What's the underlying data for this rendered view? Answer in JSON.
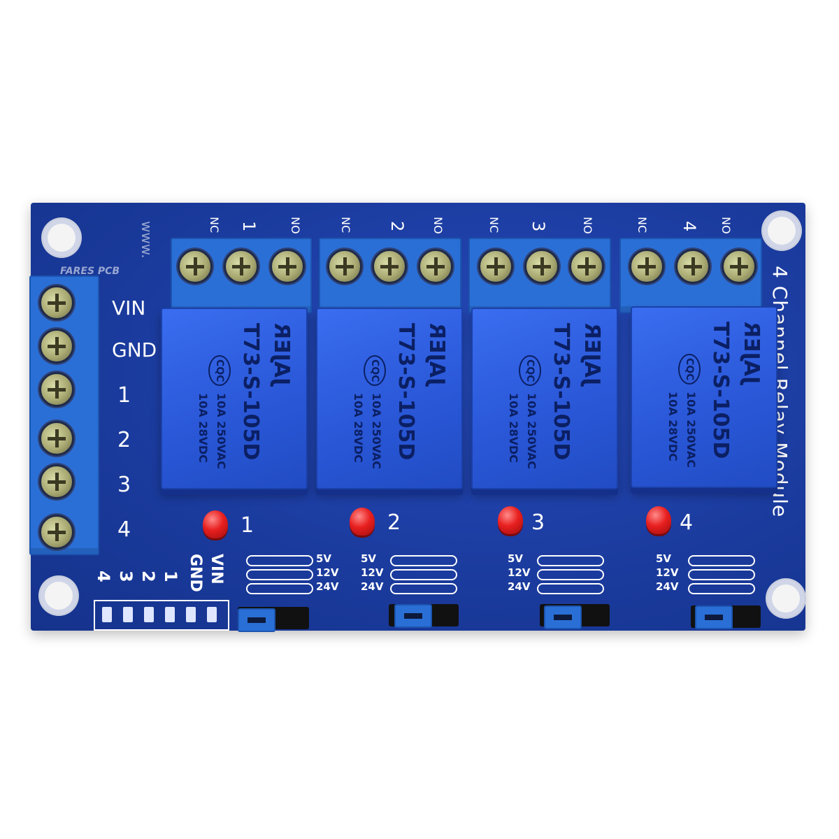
{
  "board": {
    "title": "4 Channel Relay Module",
    "maker_text": "FARES PCB",
    "url_fragment": "www.",
    "input_labels": [
      "VIN",
      "GND",
      "1",
      "2",
      "3",
      "4"
    ],
    "bottom_labels": [
      "VIN",
      "GND",
      "1",
      "2",
      "3",
      "4"
    ],
    "voltage_options": [
      "5V",
      "12V",
      "24V"
    ]
  },
  "channels": [
    {
      "number": "1",
      "nc": "NC",
      "no": "NO"
    },
    {
      "number": "2",
      "nc": "NC",
      "no": "NO"
    },
    {
      "number": "3",
      "nc": "NC",
      "no": "NO"
    },
    {
      "number": "4",
      "nc": "NC",
      "no": "NO"
    }
  ],
  "relay": {
    "brand": "JAJER",
    "model": "T73-S-105D",
    "cert": "CQC",
    "rating_ac": "10A 250VAC",
    "rating_dc": "10A 28VDC"
  },
  "led_labels": [
    "1",
    "2",
    "3",
    "4"
  ],
  "colors": {
    "pcb": "#1d3fa6",
    "relay": "#2d5ee0",
    "terminal": "#2a6fd6",
    "led": "#e81f1f",
    "silkscreen": "#ffffff"
  }
}
